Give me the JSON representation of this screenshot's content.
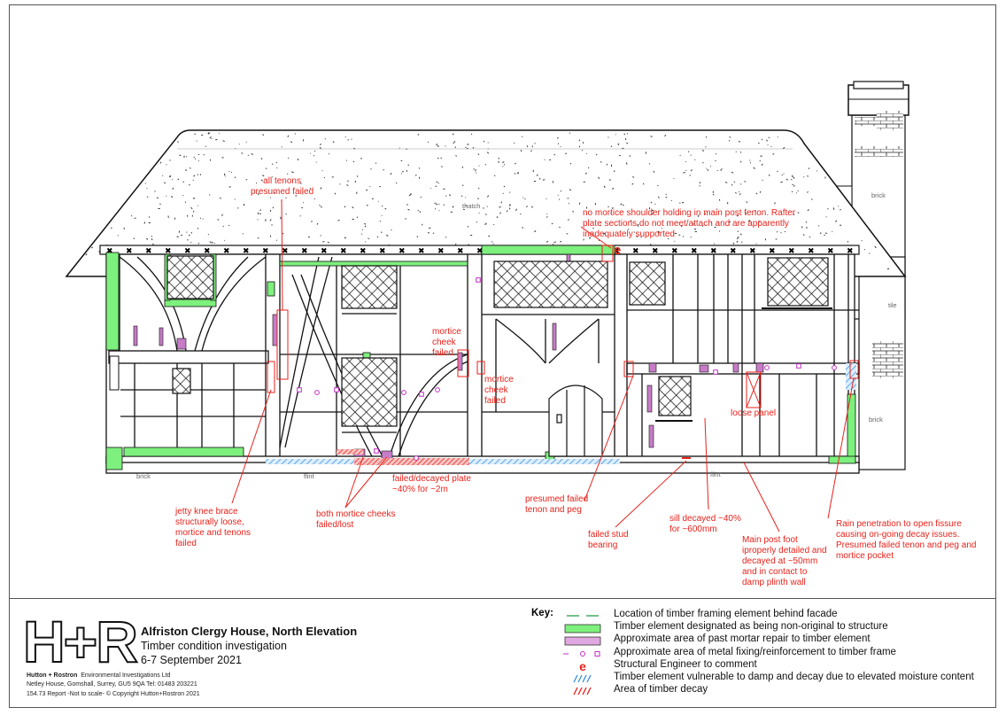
{
  "materials": {
    "thatch": "thatch",
    "brick_chimney": "brick",
    "tile": "tile",
    "brick_right": "brick",
    "brick_left": "brick",
    "flint_left": "flint",
    "flint_right": "flint"
  },
  "annotations": {
    "all_tenons": [
      "all tenons",
      "presumed failed"
    ],
    "no_mortice": [
      "no mortice shoulder holding in main post tenon. Rafter",
      "plate sections do not meet/attach and are apparently",
      "inadequately supported"
    ],
    "mortice_cheek_1": [
      "mortice",
      "cheek",
      "failed"
    ],
    "mortice_cheek_2": [
      "mortice",
      "cheek",
      "failed"
    ],
    "loose_panel": "loose panel",
    "jetty_knee": [
      "jetty knee brace",
      "structurally loose,",
      "mortice and tenons",
      "failed"
    ],
    "both_mortice": [
      "both mortice cheeks",
      "failed/lost"
    ],
    "failed_plate": [
      "failed/decayed plate",
      "~40% for ~2m"
    ],
    "presumed_tenon": [
      "presumed failed",
      "tenon and peg"
    ],
    "failed_stud": [
      "failed stud",
      "bearing"
    ],
    "sill_decayed": [
      "sill decayed ~40%",
      "for ~600mm"
    ],
    "main_post": [
      "Main post foot",
      "iproperly detailed and",
      "decayed at ~50mm",
      "and in contact to",
      "damp plinth wall"
    ],
    "rain": [
      "Rain penetration to open fissure",
      "causing on-going decay issues.",
      "Presumed failed tenon and peg and",
      "mortice pocket"
    ],
    "engineer_mark": "e"
  },
  "title_block": {
    "logo": "H+R",
    "title": "Alfriston Clergy House, North Elevation",
    "subtitle": "Timber condition investigation",
    "date": "6-7 September 2021",
    "company": "Hutton + Rostron",
    "company_desc": "Environmental Investigations Ltd",
    "address": "Netley House, Gomshall, Surrey, GU5 9QA   Tel: 01483 203221",
    "ref": "154.73   Report   -Not to scale-   © Copyright Hutton+Rostron 2021"
  },
  "key": {
    "label": "Key:",
    "items": [
      {
        "symbol": "dash-green",
        "text": "Location of timber framing element behind facade"
      },
      {
        "symbol": "green-fill",
        "text": "Timber element designated as being non-original to structure"
      },
      {
        "symbol": "purple-fill",
        "text": "Approximate area of past mortar repair to timber element"
      },
      {
        "symbol": "fixing",
        "text": "Approximate area of metal fixing/reinforcement to timber frame"
      },
      {
        "symbol": "e",
        "text": "Structural Engineer to comment"
      },
      {
        "symbol": "blue-hatch",
        "text": "Timber element vulnerable to damp and decay due to elevated moisture content"
      },
      {
        "symbol": "red-hatch",
        "text": "Area of timber decay"
      }
    ]
  },
  "colors": {
    "annotation": "#e8221b",
    "green": "#7df07d",
    "purple": "#c77cc7",
    "blue": "#3a8fe0",
    "line": "#111111"
  }
}
